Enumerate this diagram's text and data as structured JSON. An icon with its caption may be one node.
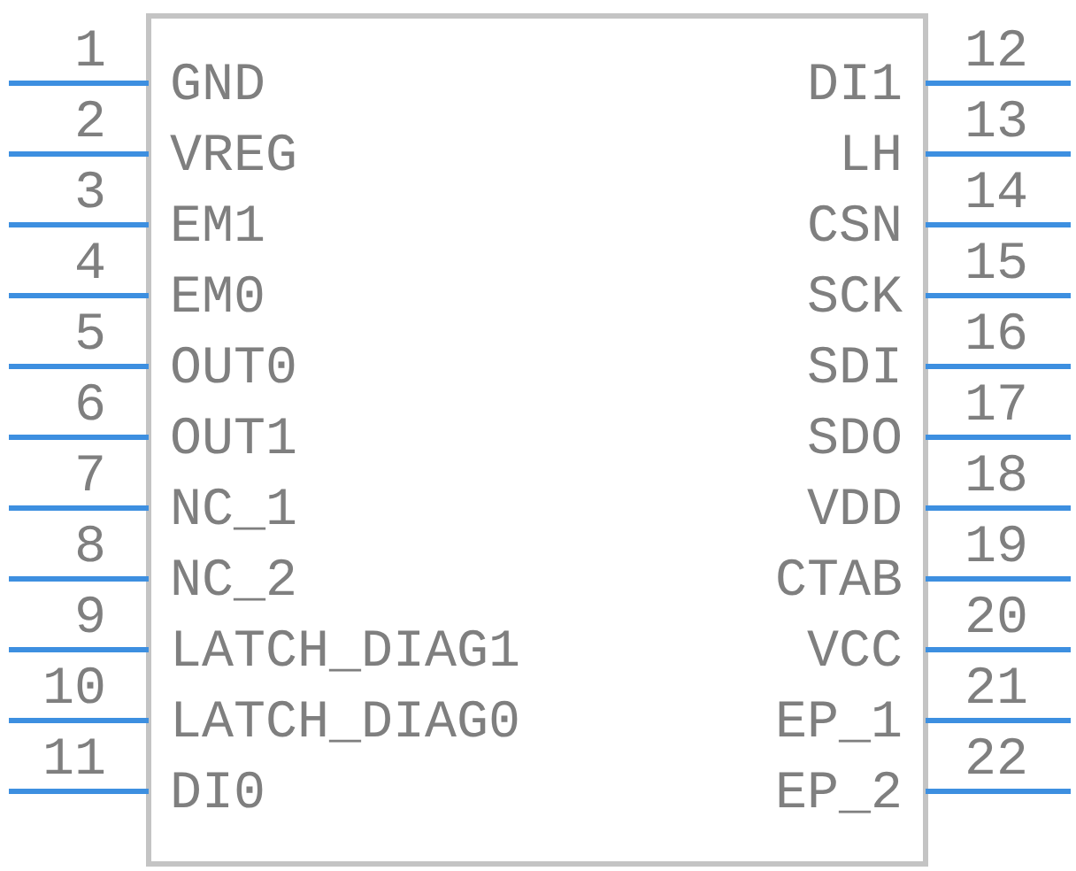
{
  "diagram": {
    "labels": [
      "1",
      "GND",
      "2",
      "VREG",
      "3",
      "EM1",
      "4",
      "EM0",
      "5",
      "OUT0",
      "6",
      "OUT1",
      "7",
      "NC_1",
      "8",
      "NC_2",
      "9",
      "LATCH_DIAG1",
      "10",
      "LATCH_DIAG0",
      "11",
      "DI0",
      "12",
      "DI1",
      "13",
      "LH",
      "14",
      "CSN",
      "15",
      "SCK",
      "16",
      "SDI",
      "17",
      "SDO",
      "18",
      "VDD",
      "19",
      "CTAB",
      "20",
      "VCC",
      "21",
      "EP_1",
      "22",
      "EP_2"
    ]
  }
}
